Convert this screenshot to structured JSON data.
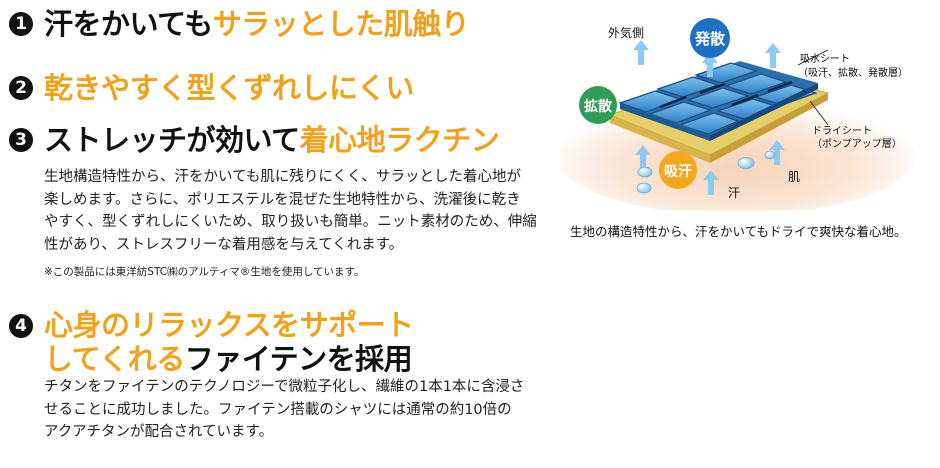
{
  "points": [
    {
      "number": "1",
      "heading_black": "汗をかいても",
      "heading_orange": "サラッとした肌触り"
    },
    {
      "number": "2",
      "heading_orange": "乾きやすく型くずれしにくい"
    },
    {
      "number": "3",
      "heading_black": "ストレッチが効いて",
      "heading_orange": "着心地ラクチン",
      "body": [
        "生地構造特性から、汗をかいても肌に残りにくく、サラッとした着心地が",
        "楽しめます。さらに、ポリエステルを混ぜた生地特性から、洗濯後に乾き",
        "やすく、型くずれしにくいため、取り扱いも簡単。ニット素材のため、伸縮",
        "性があり、ストレスフリーな着用感を与えてくれます。"
      ],
      "note": "※この製品には東洋紡STC㈱のアルティマ®生地を使用しています。"
    },
    {
      "number": "4",
      "heading_orange_line1": "心身のリラックスをサポート",
      "heading_orange_line2": "してくれる",
      "heading_black_line2": "ファイテンを採用",
      "body": [
        "チタンをファイテンのテクノロジーで微粒子化し、繊維の1本1本に含浸さ",
        "せることに成功しました。ファイテン搭載のシャツには通常の約10倍の",
        "アクアチタンが配合されています。"
      ]
    }
  ],
  "diagram": {
    "outside_label": "外気側",
    "evaporation_badge": "発散",
    "diffusion_badge": "拡散",
    "absorb_badge": "吸汗",
    "sweat_label": "汗",
    "skin_label": "肌",
    "absorb_sheet_label": "吸水シート",
    "absorb_sheet_sub": "（吸汗、拡散、発散層）",
    "dry_sheet_label": "ドライシート",
    "dry_sheet_sub": "（ポンプアップ層）",
    "caption": "生地の構造特性から、汗をかいてもドライで爽快な着心地。",
    "colors": {
      "badge_blue": "#1f6fc4",
      "badge_green": "#2e9d57",
      "badge_orange": "#f2a71d",
      "fabric_blue": "#3f8fd0",
      "dry_sheet": "#e6cf6a"
    }
  }
}
